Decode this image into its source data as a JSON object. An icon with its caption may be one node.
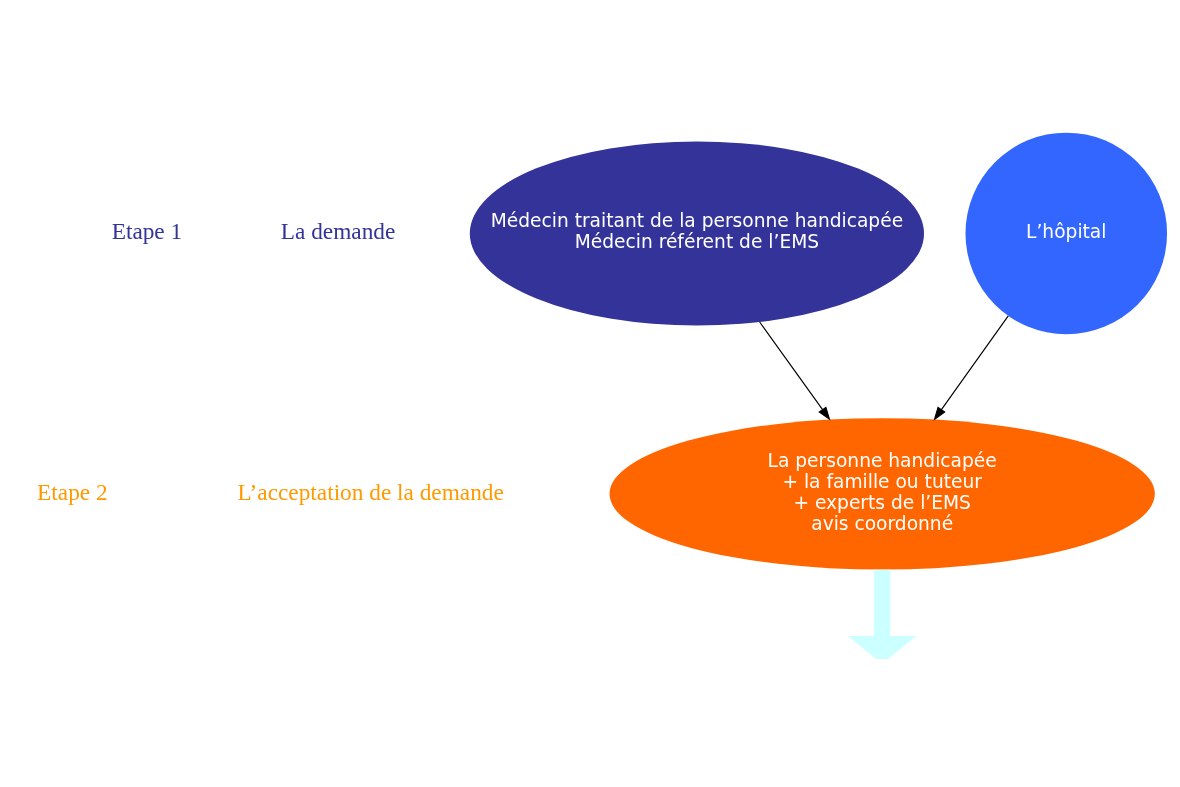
{
  "diagram": {
    "nodes": [
      {
        "text": [
          "Médecin traitant de la personne handicapée",
          "Médecin référent de l’EMS"
        ]
      },
      {
        "text": [
          "L’hôpital"
        ]
      },
      {
        "text": [
          "La personne handicapée",
          "+ la famille ou tuteur",
          "+ experts de l’EMS",
          "avis coordonné"
        ]
      }
    ],
    "edges": [
      {
        "from": 0,
        "to": 2,
        "arrow": "to"
      },
      {
        "from": 1,
        "to": 2,
        "arrow": "to"
      },
      {
        "from": 2,
        "to": null,
        "arrow": "to",
        "style": "thick",
        "color": "#ccffff"
      }
    ],
    "labels": [
      "Etape 1",
      "La demande",
      "Etape 2",
      "L’acceptation de la demande"
    ]
  }
}
